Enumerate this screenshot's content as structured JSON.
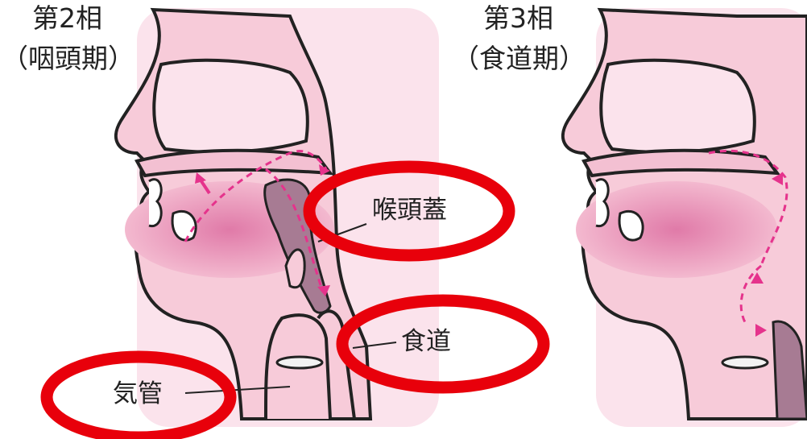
{
  "panels": [
    {
      "title": "第2相",
      "subtitle": "（咽頭期）"
    },
    {
      "title": "第3相",
      "subtitle": "（食道期）"
    }
  ],
  "labels": {
    "epiglottis": "喉頭蓋",
    "esophagus": "食道",
    "trachea": "気管"
  },
  "colors": {
    "background_tint": "#f9dde7",
    "tissue": "#f7cbd9",
    "tongue": "#e58fb3",
    "bolus": "#a77b93",
    "arrow": "#e5338c",
    "outline": "#222222",
    "highlight_circle": "#e8000b"
  },
  "highlights": [
    "epiglottis",
    "esophagus",
    "trachea"
  ]
}
